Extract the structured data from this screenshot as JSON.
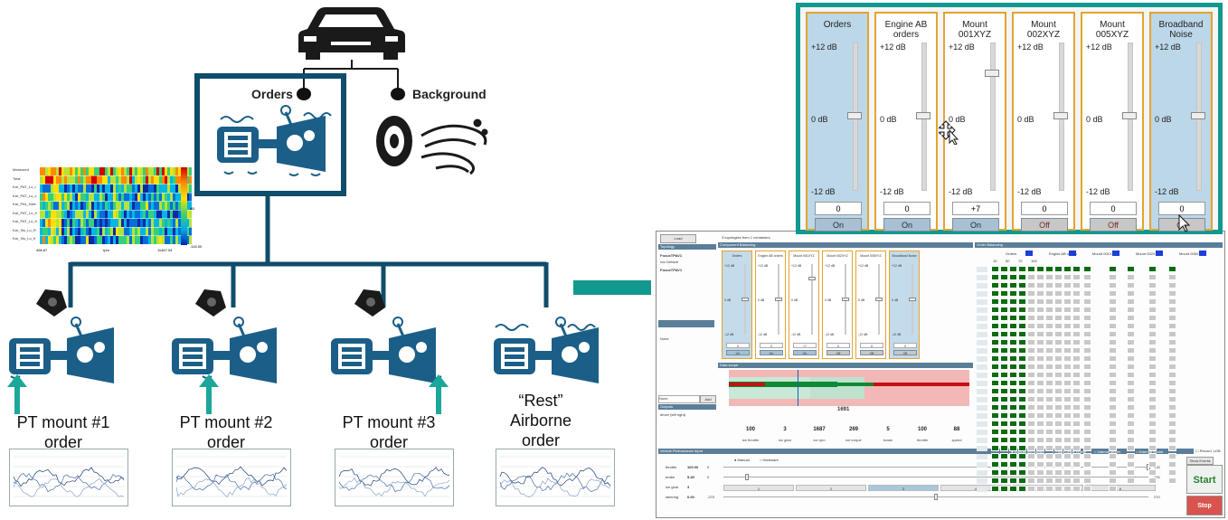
{
  "diagram": {
    "orders_label": "Orders",
    "background_label": "Background",
    "nodes": [
      {
        "label_line1": "PT mount #1",
        "label_line2": "order"
      },
      {
        "label_line1": "PT mount #2",
        "label_line2": "order"
      },
      {
        "label_line1": "PT mount #3",
        "label_line2": "order"
      },
      {
        "label_line1": "“Rest” Airborne",
        "label_line2": "order"
      }
    ]
  },
  "heatmap": {
    "row_labels": [
      "Measured",
      "Total",
      "Kar_PAT_Lo_r",
      "Kar_PAT_Lo_c",
      "Kar_Phs_Hals",
      "Kar_PAT_Lo_fr",
      "Kar_PAT_Lo_fr",
      "Kar_Sis_Lo_R",
      "Kar_Sis_Lo_fr"
    ],
    "x_start": "496.87",
    "x_unit": "rpm",
    "x_end": "11467.04",
    "scale_top": "dB",
    "scale_bottom": "-116.00"
  },
  "mixer": {
    "labels": {
      "top": "+12 dB",
      "mid": "0 dB",
      "bottom": "-12 dB"
    },
    "channels": [
      {
        "name": "Orders",
        "value": "0",
        "button": "On",
        "state": "on",
        "level": 0,
        "selected": true
      },
      {
        "name": "Engine AB orders",
        "value": "0",
        "button": "On",
        "state": "on",
        "level": 0,
        "selected": false
      },
      {
        "name": "Mount 001XYZ",
        "value": "+7",
        "button": "On",
        "state": "on",
        "level": 7,
        "selected": false
      },
      {
        "name": "Mount 002XYZ",
        "value": "0",
        "button": "Off",
        "state": "off",
        "level": 0,
        "selected": false
      },
      {
        "name": "Mount 005XYZ",
        "value": "0",
        "button": "Off",
        "state": "off",
        "level": 0,
        "selected": false
      },
      {
        "name": "Broadband Noise",
        "value": "0",
        "button": "Off",
        "state": "off",
        "level": 0,
        "selected": true
      }
    ]
  },
  "app": {
    "load_button": "Load",
    "status_text": "3 topologies from 1 containers",
    "topology_header": "Topology",
    "topology_items": [
      "FocusTPAV1",
      "xxx Default",
      "FocusTPAV1"
    ],
    "sound_section": "Component Balancing",
    "data_header": "Data scope",
    "outputs_header": "Outputs",
    "outputs_item": "driver (left right)",
    "add_button": "Add",
    "none_text": "None",
    "center_value": "1691",
    "readouts": [
      {
        "value": "100",
        "label": "ice throttle"
      },
      {
        "value": "3",
        "label": "ice gear"
      },
      {
        "value": "1687",
        "label": "ice rpm"
      },
      {
        "value": "269",
        "label": "ice torque"
      },
      {
        "value": "5",
        "label": "brake"
      },
      {
        "value": "100",
        "label": "throttle"
      },
      {
        "value": "88",
        "label": "speed"
      }
    ],
    "vehicle_header": "Vehicle Performance Input",
    "mode_manual": "Manual",
    "mode_hardware": "Hardware",
    "modes_right": [
      "Manual (no model)",
      "Fixed Order Profile",
      "Internal Model",
      "External Model"
    ],
    "controls": [
      {
        "name": "throttle",
        "value": "100.00",
        "min": "0",
        "max": "100"
      },
      {
        "name": "brake",
        "value": "5.45",
        "min": "0",
        "max": "100"
      },
      {
        "name": "ice gear",
        "value": "3",
        "min": "",
        "max": ""
      },
      {
        "name": "steering",
        "value": "0.00",
        "min": "-270",
        "max": "270"
      }
    ],
    "gears": [
      "1",
      "2",
      "3",
      "4",
      "5",
      "6"
    ],
    "show_events": "Show Events",
    "record_label": "Record .LDB",
    "start_button": "Start",
    "stop_button": "Stop",
    "matrix_header": "Order Balancing",
    "matrix_cols": [
      "Orders",
      "Engine AB orders",
      "Mount 001XYZ",
      "Mount 002XYZ",
      "Mount 005XYZ"
    ],
    "matrix_nums": [
      "10",
      "50",
      "70",
      "100"
    ]
  },
  "colors": {
    "diagram_blue": "#0f4d6b",
    "teal": "#11988f",
    "zoom_border": "#11988f",
    "channel_border": "#e5a32f",
    "matrix_green": "#0d6b12",
    "stop_red": "#d9534f",
    "start_green": "#2f7d32"
  }
}
